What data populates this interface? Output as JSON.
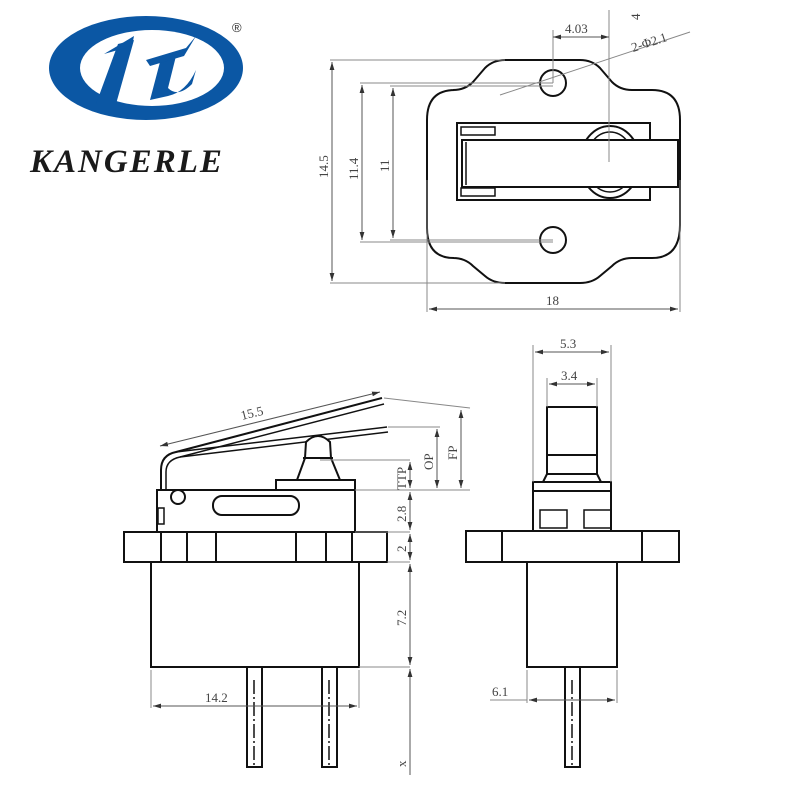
{
  "brand": {
    "name": "KANGERLE",
    "registered_mark": "®",
    "logo_color": "#0b57a4"
  },
  "top_view": {
    "dims": {
      "hole_spacing": "4.03",
      "hole_note": "2-Φ2.1",
      "small_note": "4",
      "overall_height": "14.5",
      "inner_height_1": "11.4",
      "inner_height_2": "11",
      "overall_width": "18"
    }
  },
  "side_view": {
    "dims": {
      "lever_length": "15.5",
      "op": "OP",
      "fp": "FP",
      "ttp": "TTP",
      "body_height": "2.8",
      "flange_thickness": "2",
      "housing_height": "7.2",
      "terminal_length": "x",
      "housing_width": "14.2"
    }
  },
  "front_view": {
    "dims": {
      "actuator_outer": "5.3",
      "actuator_inner": "3.4",
      "housing_width": "6.1"
    }
  }
}
